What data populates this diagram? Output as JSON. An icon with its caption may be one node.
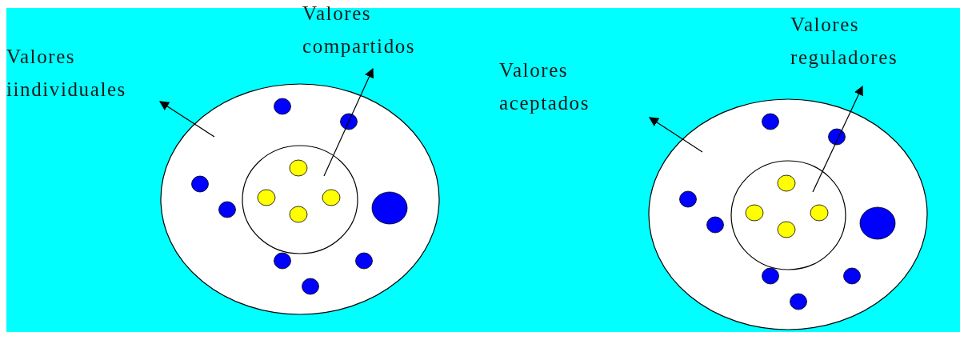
{
  "diagram": {
    "nodes": [
      {
        "text": [
          "Valores iindividuales"
        ]
      },
      {
        "text": [],
        "shape": "ellipse"
      },
      {
        "text": [],
        "shape": "circle",
        "in": 1
      },
      {
        "text": [
          "Valores compartidos"
        ]
      },
      {
        "text": [
          "Valores aceptados"
        ]
      },
      {
        "text": [],
        "shape": "ellipse"
      },
      {
        "text": [],
        "shape": "circle",
        "in": 5
      },
      {
        "text": [
          "Valores reguladores"
        ]
      }
    ],
    "edges": [
      {
        "from": 1,
        "to": 0,
        "arrow": "to"
      },
      {
        "from": 2,
        "to": 3,
        "arrow": "to"
      },
      {
        "from": 5,
        "to": 4,
        "arrow": "to"
      },
      {
        "from": 6,
        "to": 7,
        "arrow": "to"
      }
    ]
  }
}
